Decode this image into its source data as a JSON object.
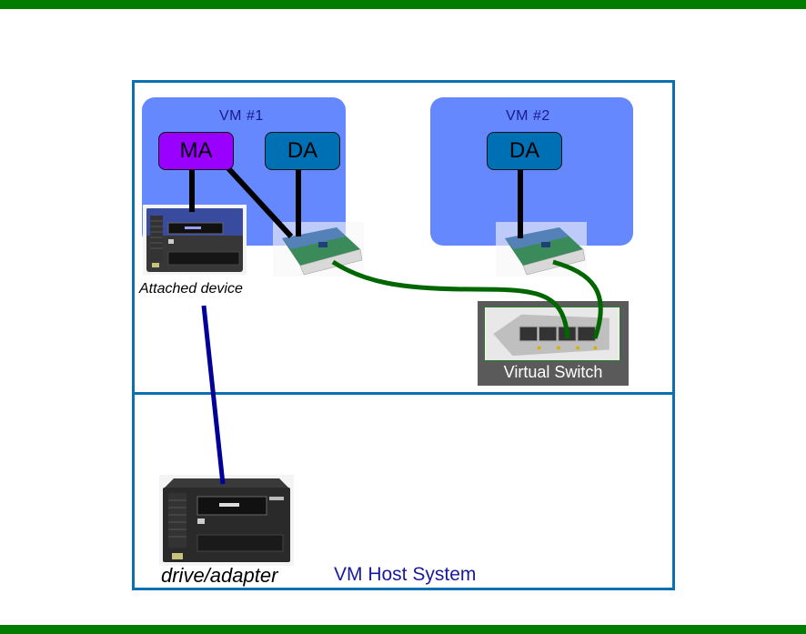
{
  "diagram": {
    "host": {
      "label": "VM Host System"
    },
    "vms": [
      {
        "label": "VM  #1",
        "agents": [
          "MA",
          "DA"
        ]
      },
      {
        "label": "VM  #2",
        "agents": [
          "DA"
        ]
      }
    ],
    "devices": {
      "attached": {
        "caption": "Attached device"
      },
      "physical": {
        "caption": "drive/adapter"
      }
    },
    "switch": {
      "label": "Virtual Switch"
    },
    "colors": {
      "brand_bar": "#007c00",
      "host_border": "#0b6fb0",
      "vm_fill": "#6688ff",
      "ma_fill": "#9900ff",
      "da_fill": "#0070b4",
      "network_link": "#006600",
      "device_link": "#000099"
    }
  }
}
